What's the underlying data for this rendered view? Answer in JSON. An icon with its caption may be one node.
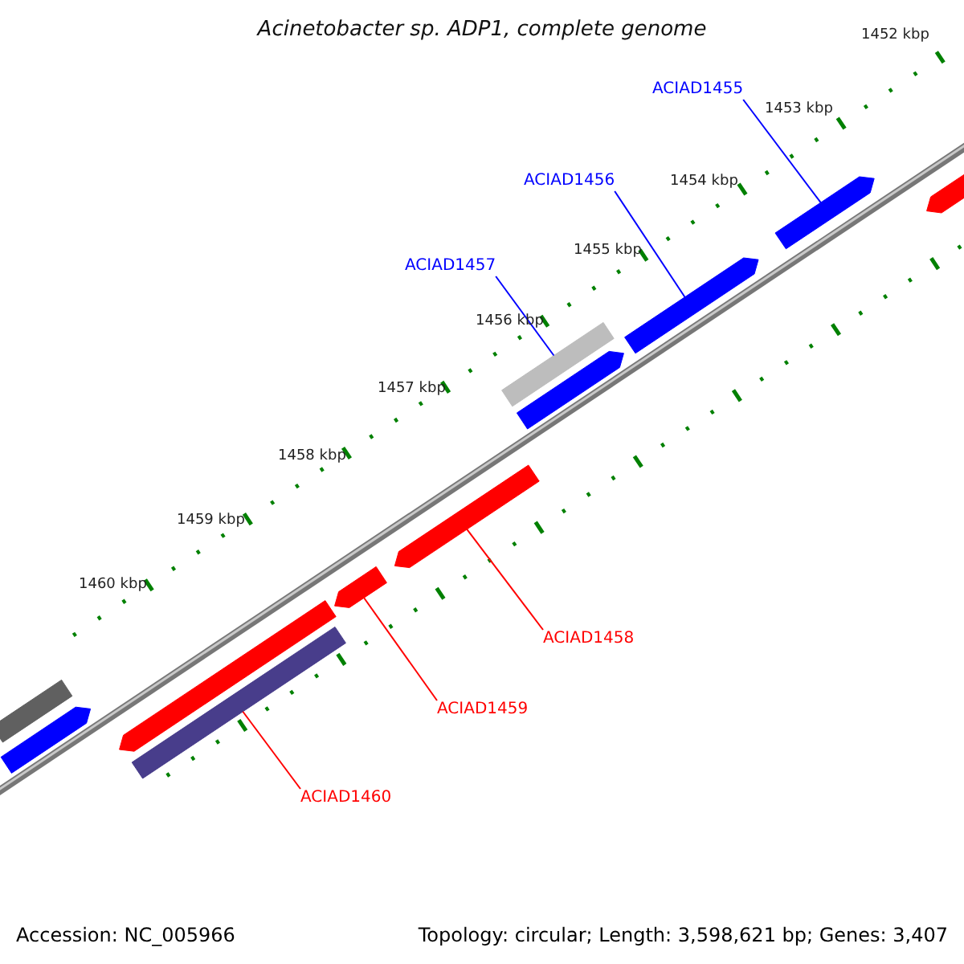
{
  "diagram": {
    "title": "Acinetobacter sp. ADP1, complete genome",
    "nodes": [
      {
        "text": [
          "ACIAD1455"
        ]
      },
      {
        "text": [
          "ACIAD1456"
        ]
      },
      {
        "text": [
          "ACIAD1457"
        ]
      },
      {
        "text": [
          "ACIAD1458"
        ]
      },
      {
        "text": [
          "ACIAD1459"
        ]
      },
      {
        "text": [
          "ACIAD1460"
        ]
      },
      {
        "text": [],
        "shape": "bar"
      },
      {
        "text": [],
        "shape": "bar"
      },
      {
        "text": [],
        "shape": "bar"
      },
      {
        "text": [],
        "shape": "bar"
      },
      {
        "text": [],
        "shape": "bar"
      },
      {
        "text": [],
        "shape": "bar"
      },
      {
        "text": [],
        "shape": "bar"
      },
      {
        "text": [],
        "shape": "bar"
      },
      {
        "text": [],
        "shape": "bar"
      },
      {
        "text": [],
        "shape": "bar"
      },
      {
        "text": [],
        "shape": "bar"
      }
    ],
    "edges": [
      {
        "from": 0,
        "to": 7,
        "arrow": "none",
        "color": "#0000ff"
      },
      {
        "from": 1,
        "to": 8,
        "arrow": "none",
        "color": "#0000ff"
      },
      {
        "from": 2,
        "to": 9,
        "arrow": "none",
        "color": "#0000ff"
      },
      {
        "from": 3,
        "to": 11,
        "arrow": "none",
        "color": "#ff0000"
      },
      {
        "from": 4,
        "to": 12,
        "arrow": "none",
        "color": "#ff0000"
      },
      {
        "from": 5,
        "to": 14,
        "arrow": "none",
        "color": "#ff0000"
      }
    ],
    "labels": [
      "1452 kbp",
      "1453 kbp",
      "1454 kbp",
      "1455 kbp",
      "1456 kbp",
      "1457 kbp",
      "1458 kbp",
      "1459 kbp",
      "1460 kbp",
      "Accession: NC_005966",
      "Topology: circular; Length: 3,598,621 bp; Genes: 3,407"
    ]
  }
}
